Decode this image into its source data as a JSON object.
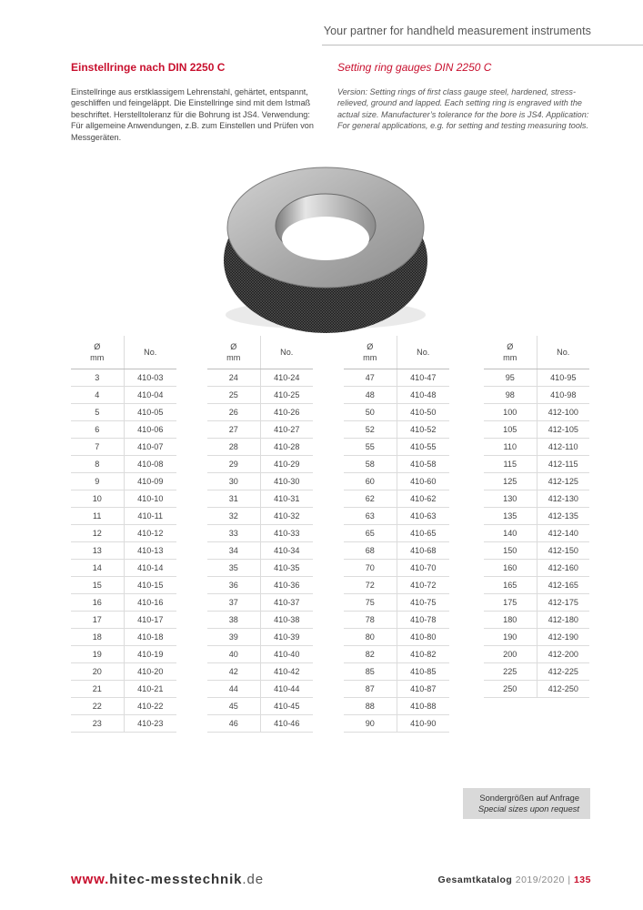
{
  "header": {
    "tagline": "Your partner for handheld measurement instruments"
  },
  "titles": {
    "de": "Einstellringe nach DIN 2250 C",
    "en": "Setting ring gauges DIN 2250 C"
  },
  "description": {
    "de": "Einstellringe aus erstklassigem Lehrenstahl, gehärtet, entspannt, geschliffen und feingeläppt. Die Einstellringe sind mit dem Istmaß beschriftet. Herstelltoleranz für die Bohrung ist JS4. Verwendung: Für allgemeine Anwendungen, z.B. zum Einstellen und Prüfen von Messgeräten.",
    "en": "Version: Setting rings of first class gauge steel, hardened, stress-relieved, ground and lapped. Each setting ring is engraved with the actual size. Manufacturer’s tolerance for the bore is JS4. Application: For general applications, e.g. for setting and testing measuring tools."
  },
  "image": {
    "subject": "knurled-setting-ring-gauge"
  },
  "table_headers": {
    "diameter_symbol": "Ø",
    "diameter_unit": "mm",
    "number": "No."
  },
  "tables": [
    [
      [
        "3",
        "410-03"
      ],
      [
        "4",
        "410-04"
      ],
      [
        "5",
        "410-05"
      ],
      [
        "6",
        "410-06"
      ],
      [
        "7",
        "410-07"
      ],
      [
        "8",
        "410-08"
      ],
      [
        "9",
        "410-09"
      ],
      [
        "10",
        "410-10"
      ],
      [
        "11",
        "410-11"
      ],
      [
        "12",
        "410-12"
      ],
      [
        "13",
        "410-13"
      ],
      [
        "14",
        "410-14"
      ],
      [
        "15",
        "410-15"
      ],
      [
        "16",
        "410-16"
      ],
      [
        "17",
        "410-17"
      ],
      [
        "18",
        "410-18"
      ],
      [
        "19",
        "410-19"
      ],
      [
        "20",
        "410-20"
      ],
      [
        "21",
        "410-21"
      ],
      [
        "22",
        "410-22"
      ],
      [
        "23",
        "410-23"
      ]
    ],
    [
      [
        "24",
        "410-24"
      ],
      [
        "25",
        "410-25"
      ],
      [
        "26",
        "410-26"
      ],
      [
        "27",
        "410-27"
      ],
      [
        "28",
        "410-28"
      ],
      [
        "29",
        "410-29"
      ],
      [
        "30",
        "410-30"
      ],
      [
        "31",
        "410-31"
      ],
      [
        "32",
        "410-32"
      ],
      [
        "33",
        "410-33"
      ],
      [
        "34",
        "410-34"
      ],
      [
        "35",
        "410-35"
      ],
      [
        "36",
        "410-36"
      ],
      [
        "37",
        "410-37"
      ],
      [
        "38",
        "410-38"
      ],
      [
        "39",
        "410-39"
      ],
      [
        "40",
        "410-40"
      ],
      [
        "42",
        "410-42"
      ],
      [
        "44",
        "410-44"
      ],
      [
        "45",
        "410-45"
      ],
      [
        "46",
        "410-46"
      ]
    ],
    [
      [
        "47",
        "410-47"
      ],
      [
        "48",
        "410-48"
      ],
      [
        "50",
        "410-50"
      ],
      [
        "52",
        "410-52"
      ],
      [
        "55",
        "410-55"
      ],
      [
        "58",
        "410-58"
      ],
      [
        "60",
        "410-60"
      ],
      [
        "62",
        "410-62"
      ],
      [
        "63",
        "410-63"
      ],
      [
        "65",
        "410-65"
      ],
      [
        "68",
        "410-68"
      ],
      [
        "70",
        "410-70"
      ],
      [
        "72",
        "410-72"
      ],
      [
        "75",
        "410-75"
      ],
      [
        "78",
        "410-78"
      ],
      [
        "80",
        "410-80"
      ],
      [
        "82",
        "410-82"
      ],
      [
        "85",
        "410-85"
      ],
      [
        "87",
        "410-87"
      ],
      [
        "88",
        "410-88"
      ],
      [
        "90",
        "410-90"
      ]
    ],
    [
      [
        "95",
        "410-95"
      ],
      [
        "98",
        "410-98"
      ],
      [
        "100",
        "412-100"
      ],
      [
        "105",
        "412-105"
      ],
      [
        "110",
        "412-110"
      ],
      [
        "115",
        "412-115"
      ],
      [
        "125",
        "412-125"
      ],
      [
        "130",
        "412-130"
      ],
      [
        "135",
        "412-135"
      ],
      [
        "140",
        "412-140"
      ],
      [
        "150",
        "412-150"
      ],
      [
        "160",
        "412-160"
      ],
      [
        "165",
        "412-165"
      ],
      [
        "175",
        "412-175"
      ],
      [
        "180",
        "412-180"
      ],
      [
        "190",
        "412-190"
      ],
      [
        "200",
        "412-200"
      ],
      [
        "225",
        "412-225"
      ],
      [
        "250",
        "412-250"
      ]
    ]
  ],
  "special": {
    "de": "Sondergrößen auf Anfrage",
    "en": "Special sizes upon request"
  },
  "footer": {
    "url_prefix": "www.",
    "url_domain": "hitec-messtechnik",
    "url_tld": ".de",
    "catalog_label": "Gesamtkatalog",
    "catalog_year": "2019/2020",
    "separator": "|",
    "page_number": "135"
  },
  "colors": {
    "accent": "#c8102e",
    "box_gray": "#d9d9d9"
  }
}
